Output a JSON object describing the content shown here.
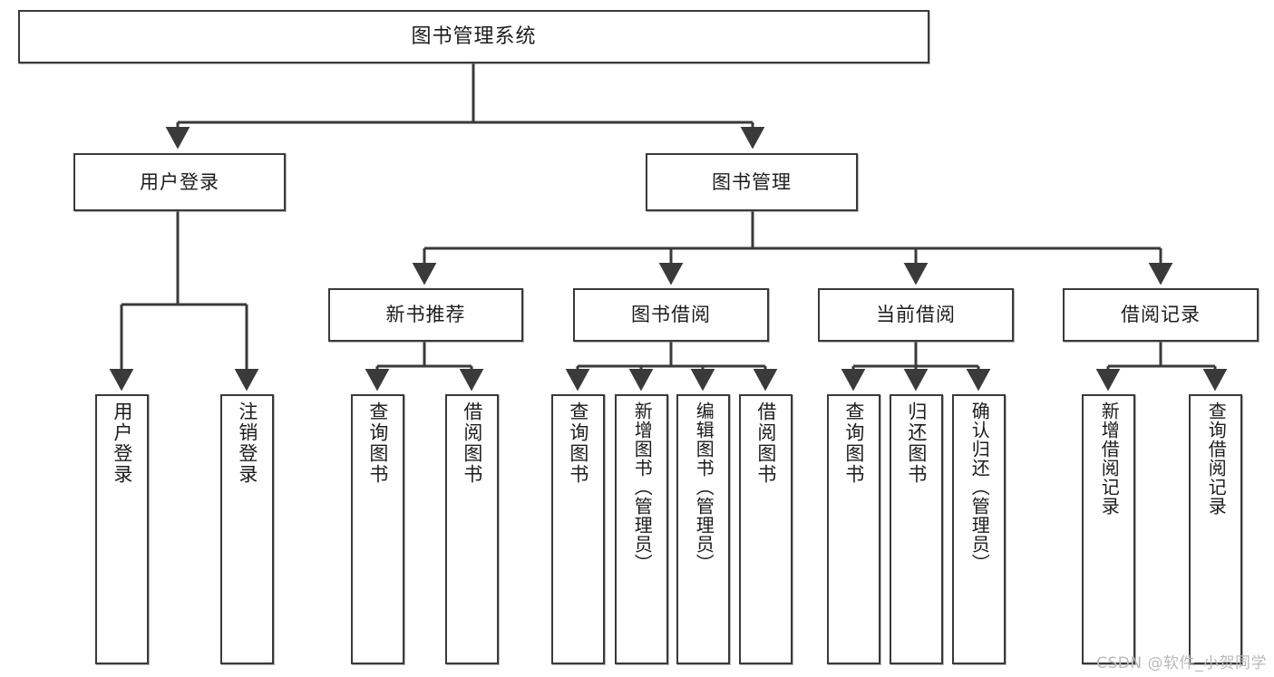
{
  "diagram": {
    "title": "图书管理系统",
    "watermark": "CSDN @软件_小贺同学",
    "colors": {
      "background": "#ffffff",
      "border": "#3a3a3a",
      "text": "#1c1c1c",
      "edge": "#3a3a3a",
      "watermark": "#b9b9b9"
    },
    "nodes": {
      "root": {
        "label": "图书管理系统"
      },
      "level2": [
        {
          "id": "user-login",
          "label": "用户登录"
        },
        {
          "id": "book-manage",
          "label": "图书管理"
        }
      ],
      "level3": [
        {
          "id": "new-book-rec",
          "label": "新书推荐"
        },
        {
          "id": "book-borrow",
          "label": "图书借阅"
        },
        {
          "id": "current-borrow",
          "label": "当前借阅"
        },
        {
          "id": "borrow-record",
          "label": "借阅记录"
        }
      ],
      "leaves": {
        "user_login": [
          {
            "id": "leaf-user-login",
            "label": "用户登录"
          },
          {
            "id": "leaf-user-logout",
            "label": "注销登录"
          }
        ],
        "new_book_rec": [
          {
            "id": "leaf-query-book-1",
            "label": "查询图书"
          },
          {
            "id": "leaf-borrow-book-1",
            "label": "借阅图书"
          }
        ],
        "book_borrow": [
          {
            "id": "leaf-query-book-2",
            "label": "查询图书"
          },
          {
            "id": "leaf-add-book",
            "label": "新增图书（管理员）"
          },
          {
            "id": "leaf-edit-book",
            "label": "编辑图书（管理员）"
          },
          {
            "id": "leaf-borrow-book-2",
            "label": "借阅图书"
          }
        ],
        "current_borrow": [
          {
            "id": "leaf-query-book-3",
            "label": "查询图书"
          },
          {
            "id": "leaf-return-book",
            "label": "归还图书"
          },
          {
            "id": "leaf-confirm-return",
            "label": "确认归还（管理员）"
          }
        ],
        "borrow_record": [
          {
            "id": "leaf-add-record",
            "label": "新增借阅记录"
          },
          {
            "id": "leaf-query-record",
            "label": "查询借阅记录"
          }
        ]
      }
    }
  }
}
